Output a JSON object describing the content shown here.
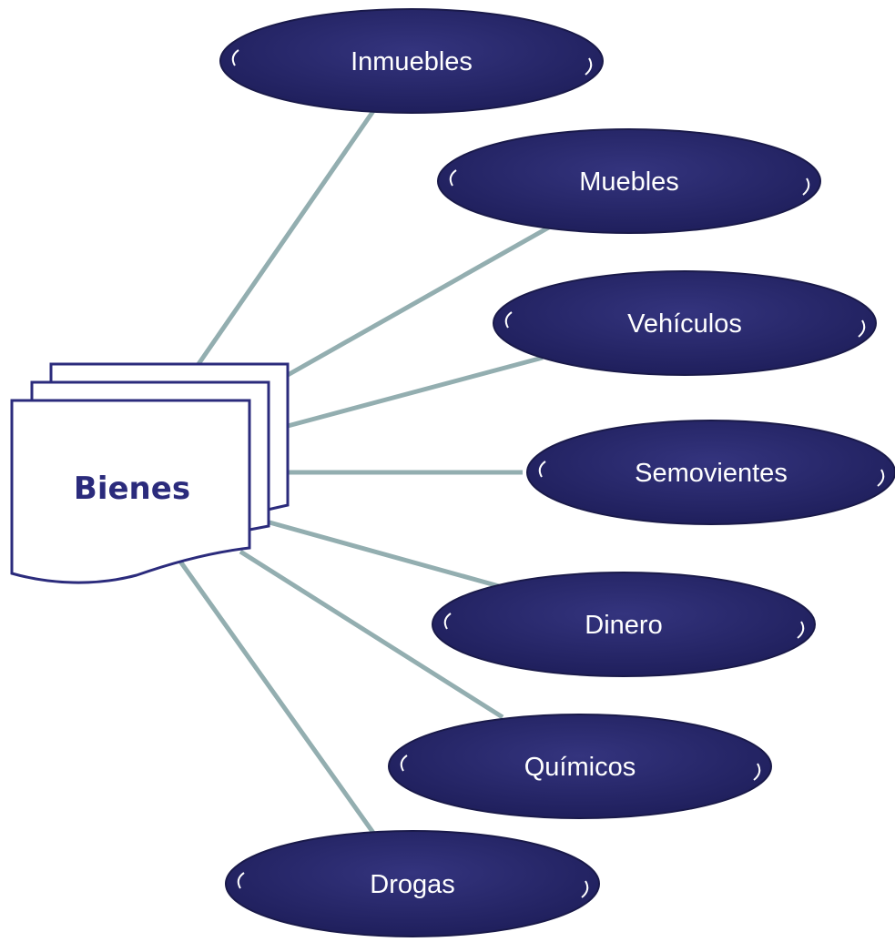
{
  "center": {
    "label": "Bienes"
  },
  "nodes": [
    {
      "id": "inmuebles",
      "label": "Inmuebles"
    },
    {
      "id": "muebles",
      "label": "Muebles"
    },
    {
      "id": "vehiculos",
      "label": "Vehículos"
    },
    {
      "id": "semovientes",
      "label": "Semovientes"
    },
    {
      "id": "dinero",
      "label": "Dinero"
    },
    {
      "id": "quimicos",
      "label": "Químicos"
    },
    {
      "id": "drogas",
      "label": "Drogas"
    }
  ],
  "colors": {
    "node_fill": "#2b2b6e",
    "node_text": "#ffffff",
    "connector": "#93aeb0",
    "document_stroke": "#2b2b7c",
    "center_text": "#2b2b7c"
  }
}
